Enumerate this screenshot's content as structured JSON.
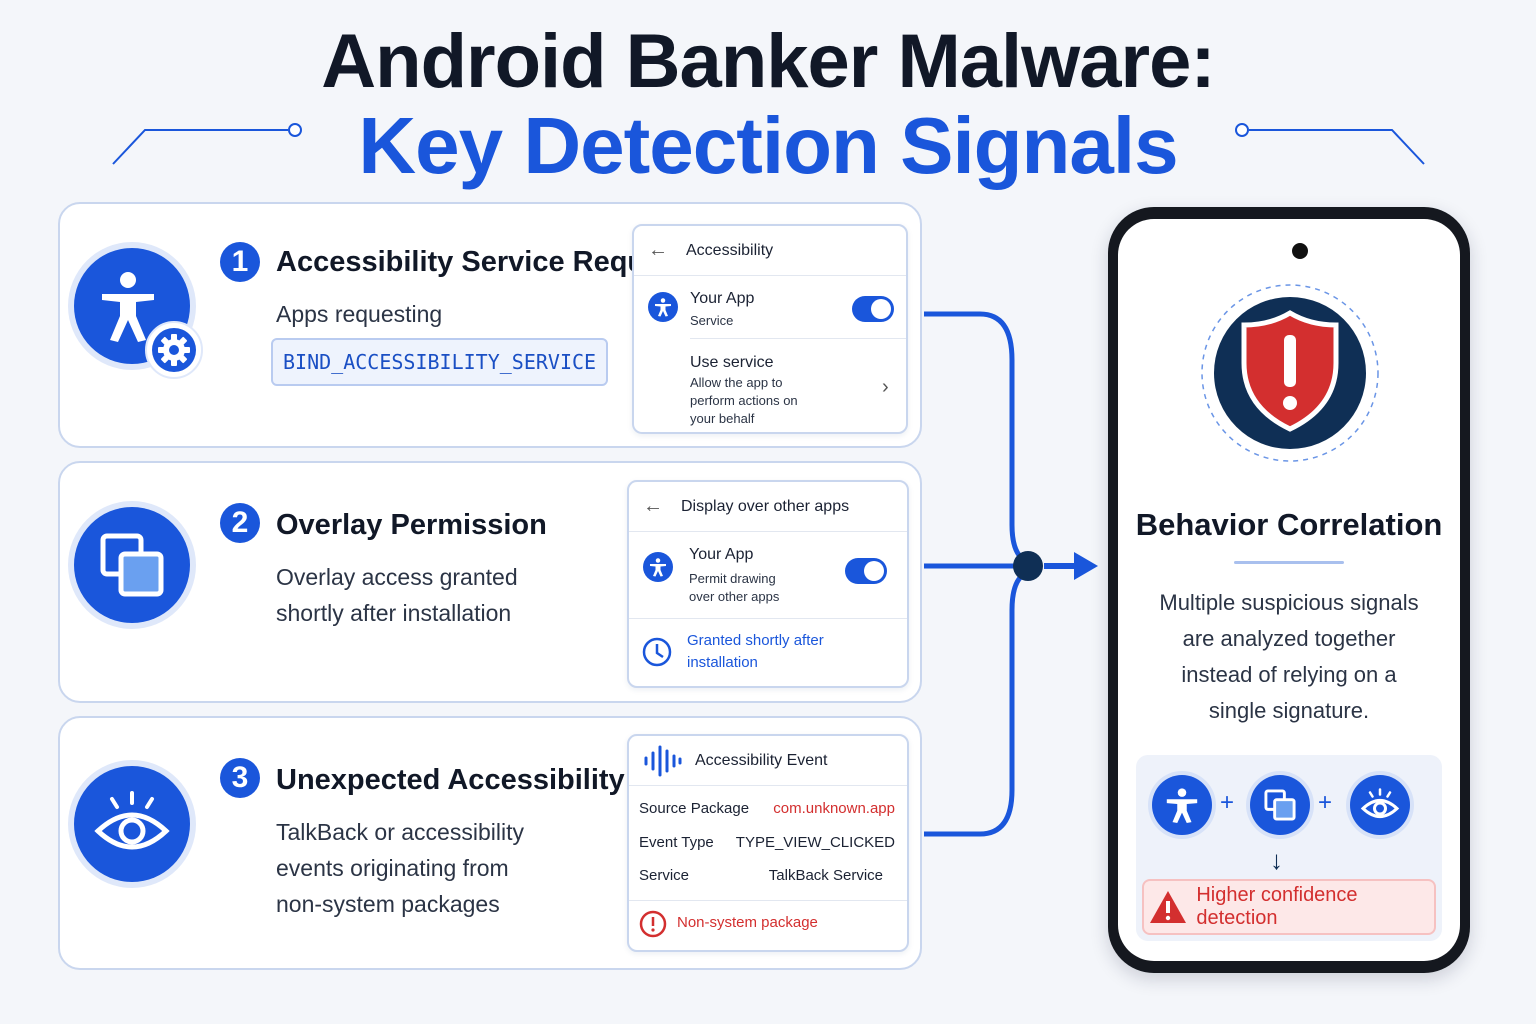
{
  "title": {
    "line1": "Android Banker Malware:",
    "line2": "Key Detection Signals"
  },
  "colors": {
    "primary_blue": "#1a56db",
    "danger_red": "#d32f2f",
    "shield_navy": "#0f2f55",
    "background": "#f4f6fa"
  },
  "signals": [
    {
      "number": "1",
      "title": "Accessibility Service Request",
      "desc_line1": "Apps requesting",
      "code": "BIND_ACCESSIBILITY_SERVICE",
      "icon": "accessibility-gear-icon",
      "panel": {
        "header": "Accessibility",
        "app_name": "Your App",
        "app_sub": "Service",
        "use_title": "Use service",
        "use_line1": "Allow the app to",
        "use_line2": "perform actions on",
        "use_line3": "your behalf"
      }
    },
    {
      "number": "2",
      "title": "Overlay Permission",
      "desc_line1": "Overlay access granted",
      "desc_line2": "shortly after installation",
      "icon": "overlay-windows-icon",
      "panel": {
        "header": "Display over other apps",
        "app_name": "Your App",
        "app_sub_line1": "Permit drawing",
        "app_sub_line2": "over other apps",
        "granted_line1": "Granted shortly after",
        "granted_line2": "installation"
      }
    },
    {
      "number": "3",
      "title": "Unexpected Accessibility Events",
      "desc_line1": "TalkBack or accessibility",
      "desc_line2": "events originating from",
      "desc_line3": "non-system packages",
      "icon": "eye-icon",
      "panel": {
        "header": "Accessibility Event",
        "rows": [
          {
            "key": "Source Package",
            "value": "com.unknown.app"
          },
          {
            "key": "Event Type",
            "value": "TYPE_VIEW_CLICKED"
          },
          {
            "key": "Service",
            "value": "TalkBack Service"
          }
        ],
        "warning": "Non-system package"
      }
    }
  ],
  "correlation": {
    "title": "Behavior Correlation",
    "desc_line1": "Multiple suspicious signals",
    "desc_line2": "are analyzed together",
    "desc_line3": "instead of relying on a",
    "desc_line4": "single signature.",
    "plus": "+",
    "down_arrow": "↓",
    "result": "Higher confidence detection"
  }
}
